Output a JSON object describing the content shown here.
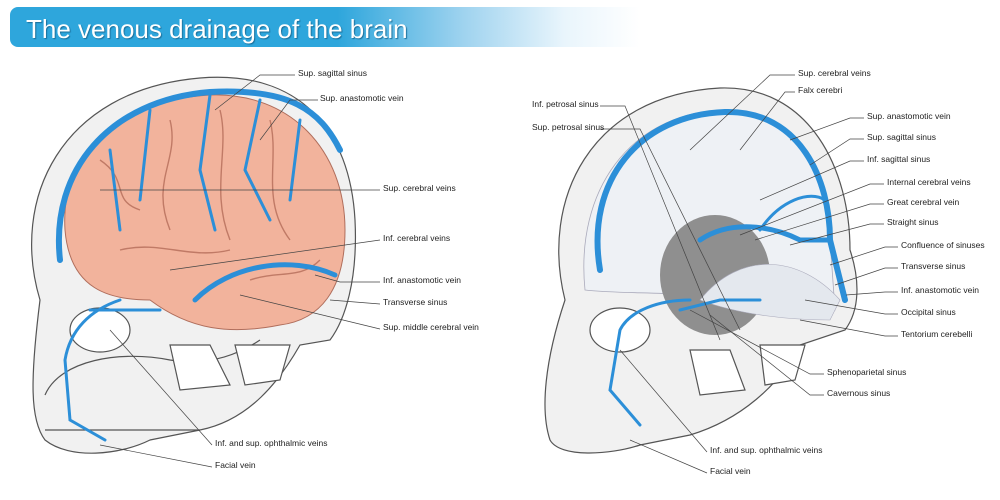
{
  "title": "The venous drainage of the brain",
  "colors": {
    "vein": "#2c8fd8",
    "brain": "#f2b39c",
    "bone": "#f1f1f1",
    "title_bg": "#2ea6dc"
  },
  "left_figure": {
    "labels": [
      "Sup. sagittal sinus",
      "Sup. anastomotic vein",
      "Sup. cerebral veins",
      "Inf. cerebral veins",
      "Inf. anastomotic vein",
      "Transverse sinus",
      "Sup. middle cerebral vein",
      "Inf. and sup. ophthalmic veins",
      "Facial vein"
    ]
  },
  "right_figure": {
    "labels": [
      "Sup. cerebral veins",
      "Falx cerebri",
      "Inf. petrosal sinus",
      "Sup. petrosal sinus",
      "Sup. anastomotic vein",
      "Sup. sagittal sinus",
      "Inf. sagittal sinus",
      "Internal cerebral veins",
      "Great cerebral vein",
      "Straight sinus",
      "Confluence of sinuses",
      "Transverse sinus",
      "Inf. anastomotic vein",
      "Occipital sinus",
      "Tentorium cerebelli",
      "Sphenoparietal sinus",
      "Cavernous sinus",
      "Inf. and sup. ophthalmic veins",
      "Facial vein"
    ]
  }
}
